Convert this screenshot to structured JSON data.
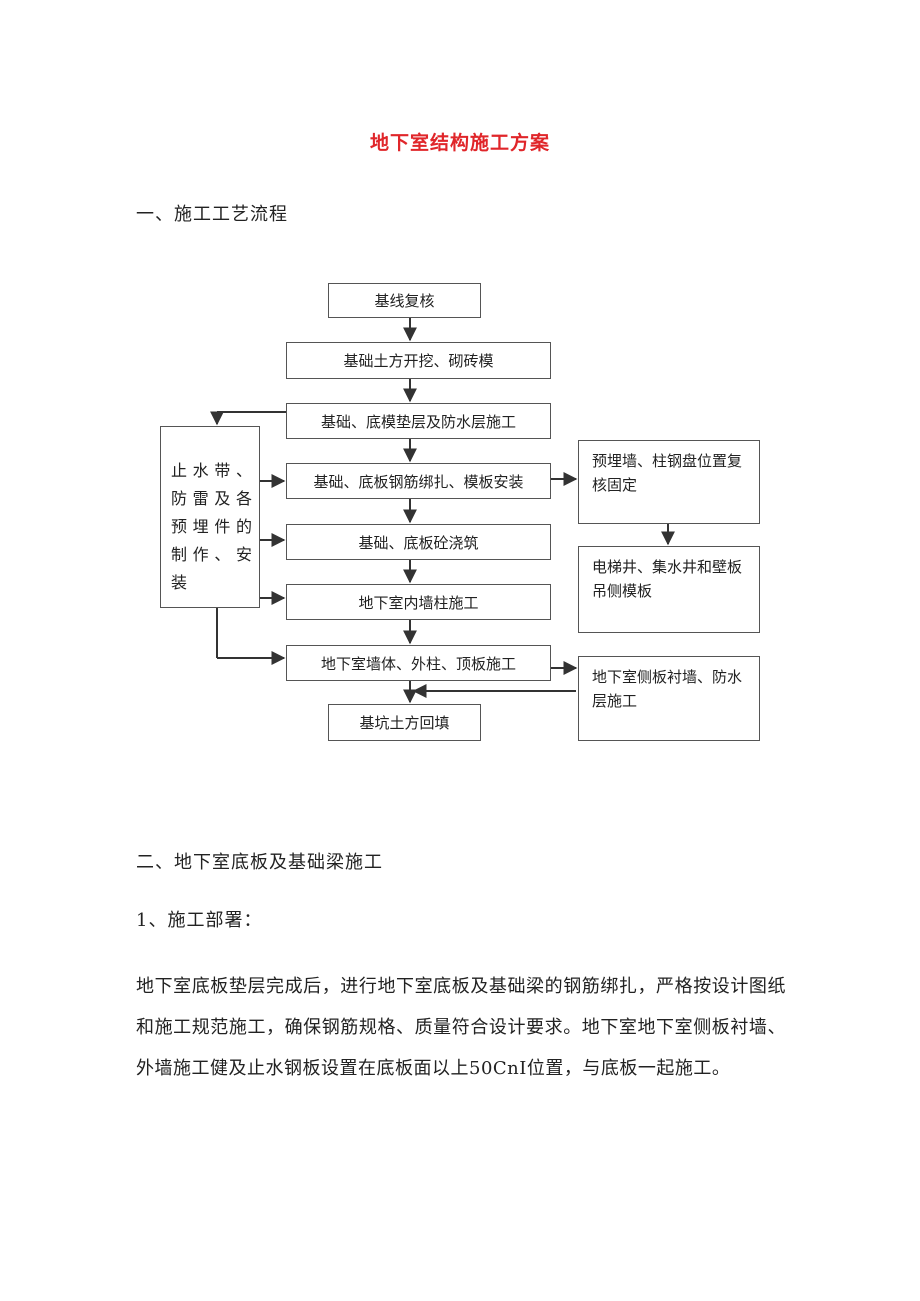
{
  "document": {
    "title": "地下室结构施工方案",
    "title_color": "#e0262a",
    "section1_heading": "一、施工工艺流程",
    "section2_heading": "二、地下室底板及基础梁施工",
    "subsection1_heading": "1、施工部署：",
    "paragraph": "地下室底板垫层完成后，进行地下室底板及基础梁的钢筋绑扎，严格按设计图纸和施工规范施工，确保钢筋规格、质量符合设计要求。地下室地下室侧板衬墙、外墙施工健及止水钢板设置在底板面以上50CnI位置，与底板一起施工。"
  },
  "flowchart": {
    "main_steps": [
      "基线复核",
      "基础土方开挖、砌砖模",
      "基础、底模垫层及防水层施工",
      "基础、底板钢筋绑扎、模板安装",
      "基础、底板砼浇筑",
      "地下室内墙柱施工",
      "地下室墙体、外柱、顶板施工",
      "基坑土方回填"
    ],
    "left_box": "止水带、防雷及各预埋件的制作、安装",
    "right_boxes": [
      "预埋墙、柱钢盘位置复核固定",
      "电梯井、集水井和壁板吊侧模板",
      "地下室侧板衬墙、防水层施工"
    ],
    "line_color": "#333333"
  }
}
